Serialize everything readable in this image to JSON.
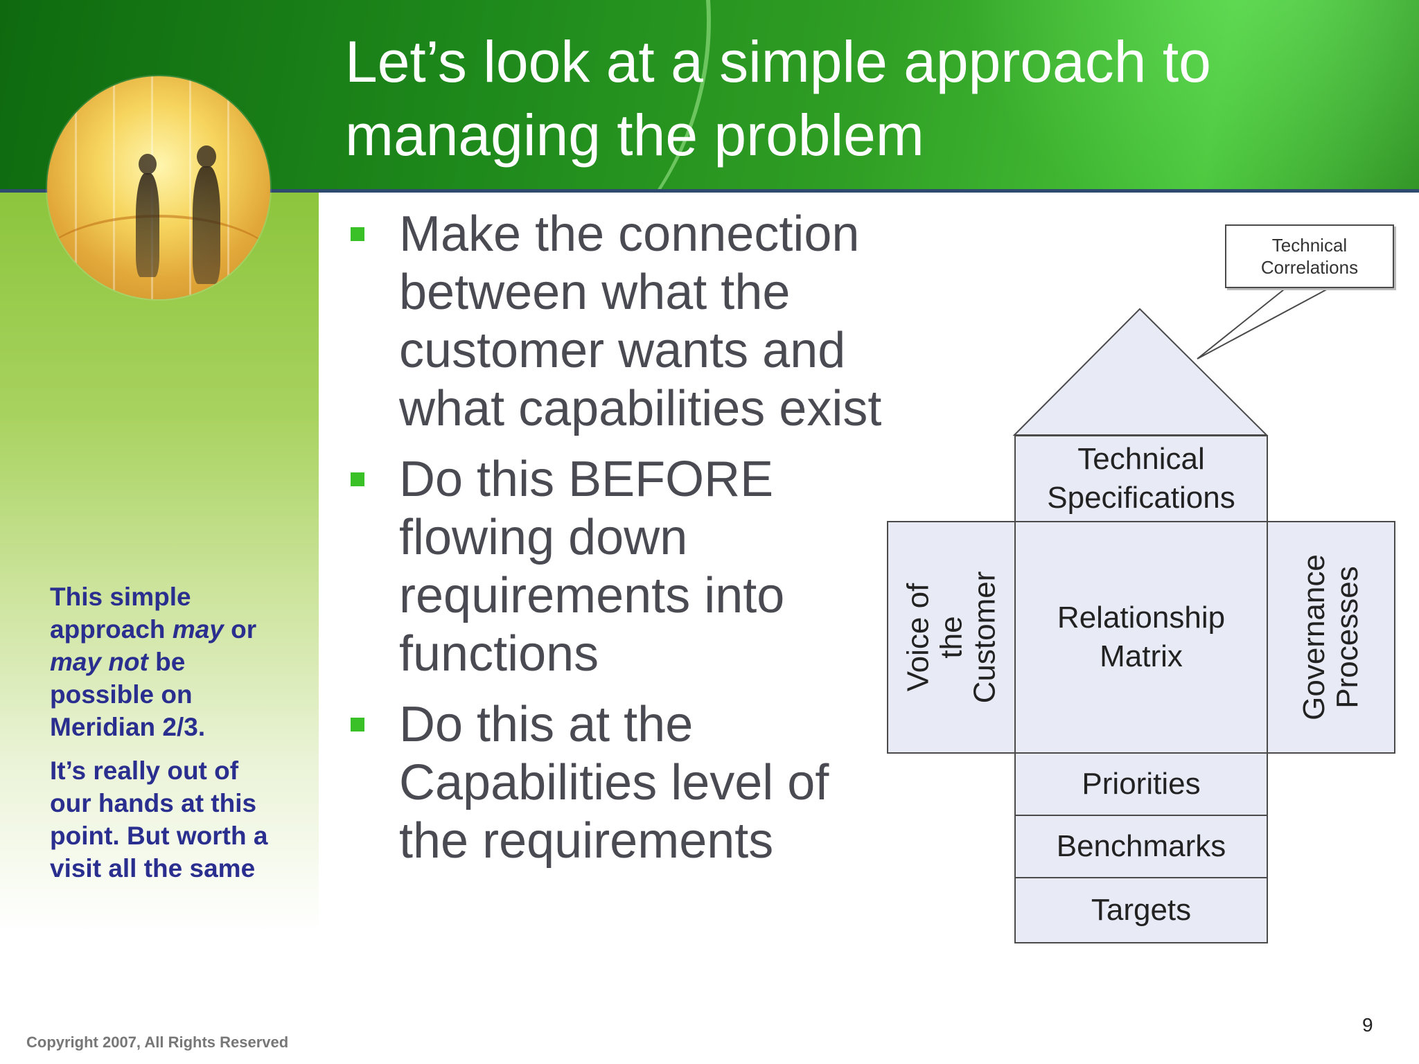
{
  "title": "Let’s look at a simple approach to managing the problem",
  "bullets": [
    "Make the connection between what the customer wants and what capabilities exist",
    "Do this BEFORE flowing down requirements into functions",
    "Do this at the Capabilities level of the requirements"
  ],
  "side_note": {
    "p1_a": "This simple approach ",
    "p1_b": "may",
    "p1_c": " or ",
    "p1_d": "may not",
    "p1_e": " be possible on Meridian 2/3.",
    "p2": "It’s really out of our hands at this point. But worth a visit all the same"
  },
  "diagram": {
    "callout": "Technical Correlations",
    "technical_specifications": "Technical Specifications",
    "voice_of_customer": "Voice of the Customer",
    "relationship_matrix": "Relationship Matrix",
    "governance_processes": "Governance Processes",
    "priorities": "Priorities",
    "benchmarks": "Benchmarks",
    "targets": "Targets"
  },
  "footer": {
    "copyright": "Copyright 2007, All Rights Reserved",
    "page_number": "9"
  },
  "colors": {
    "header_green": "#2f9e24",
    "bullet_square": "#39c127",
    "side_note_text": "#2a2f8f",
    "diagram_fill": "#e8ebf6"
  }
}
